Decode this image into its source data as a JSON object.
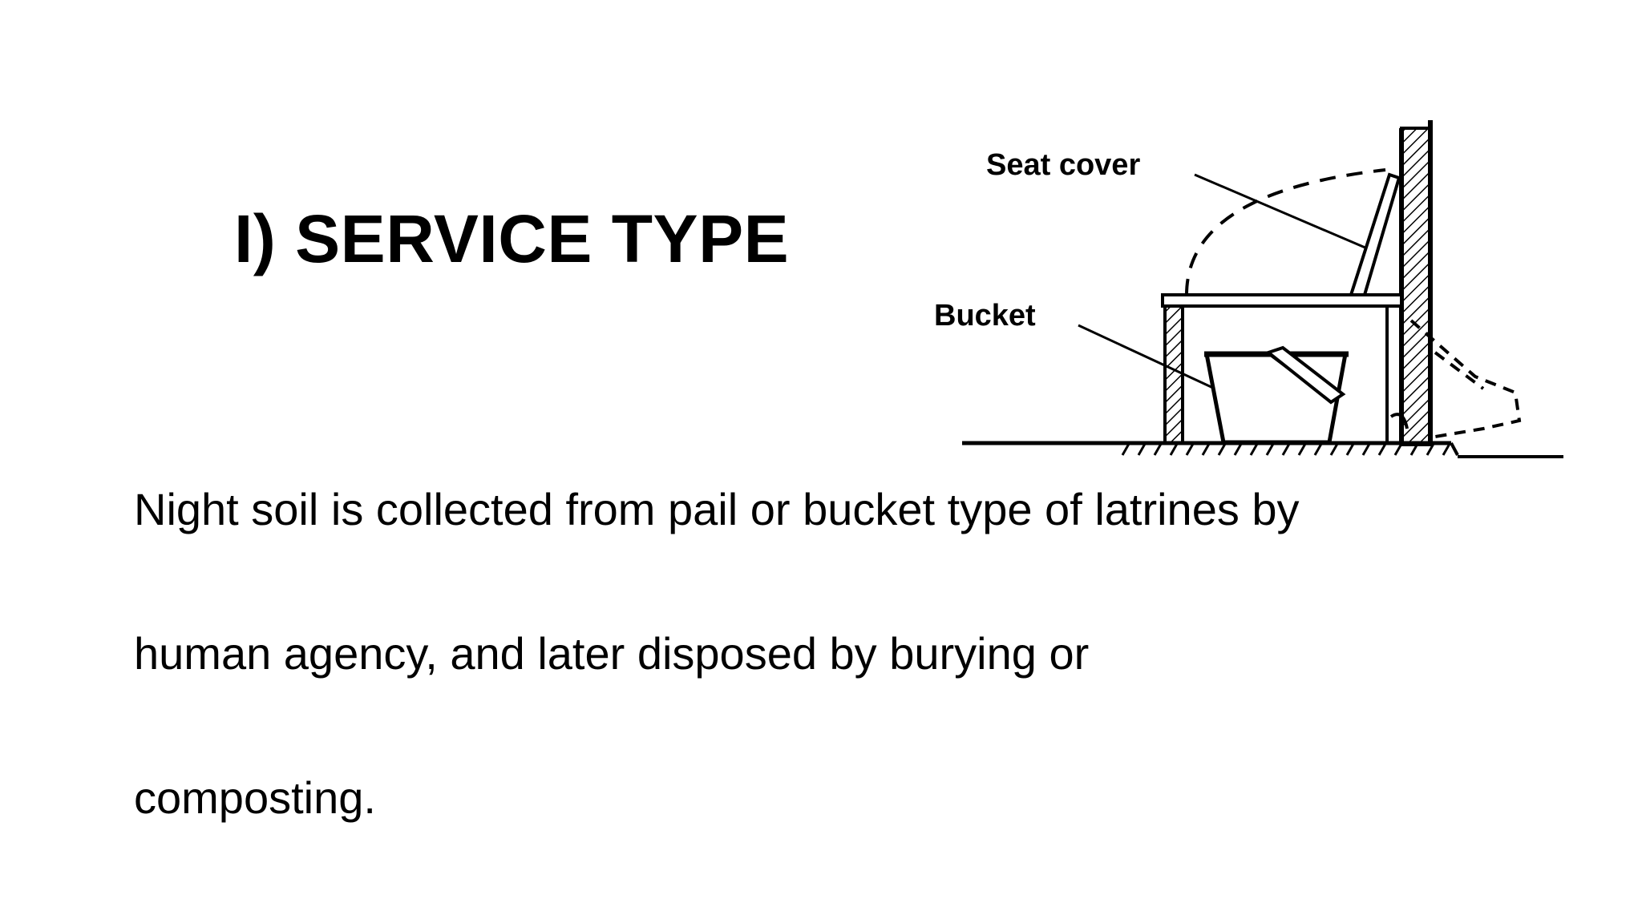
{
  "slide": {
    "title": "I) SERVICE TYPE",
    "body_lines": [
      "Night soil is collected from pail or bucket type of latrines by",
      "human agency, and later disposed by burying or",
      "composting."
    ]
  },
  "figure": {
    "labels": {
      "seat_cover": "Seat cover",
      "bucket": "Bucket"
    }
  }
}
